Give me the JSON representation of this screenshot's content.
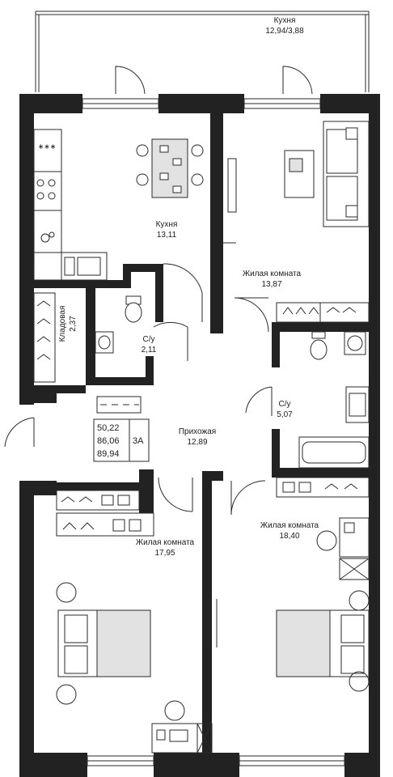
{
  "rooms": {
    "balcony": {
      "name": "Кухня",
      "area": "12,94/3,88"
    },
    "kitchen": {
      "name": "Кухня",
      "area": "13,11"
    },
    "living_top": {
      "name": "Жилая комната",
      "area": "13,87"
    },
    "storage": {
      "name": "Кладовая",
      "area": "2,37"
    },
    "bath_small": {
      "name": "С/у",
      "area": "2,11"
    },
    "bath_large": {
      "name": "С/у",
      "area": "5,07"
    },
    "hall": {
      "name": "Прихожая",
      "area": "12,89"
    },
    "living_left": {
      "name": "Жилая комната",
      "area": "17,95"
    },
    "living_right": {
      "name": "Жилая комната",
      "area": "18,40"
    }
  },
  "summary": {
    "living_area": "50,22",
    "total_area": "86,06",
    "total_with_balcony": "89,94",
    "type": "3А"
  },
  "colors": {
    "wall": "#222222",
    "line": "#2a2a2a",
    "fill_gray": "#e2e2e2"
  }
}
